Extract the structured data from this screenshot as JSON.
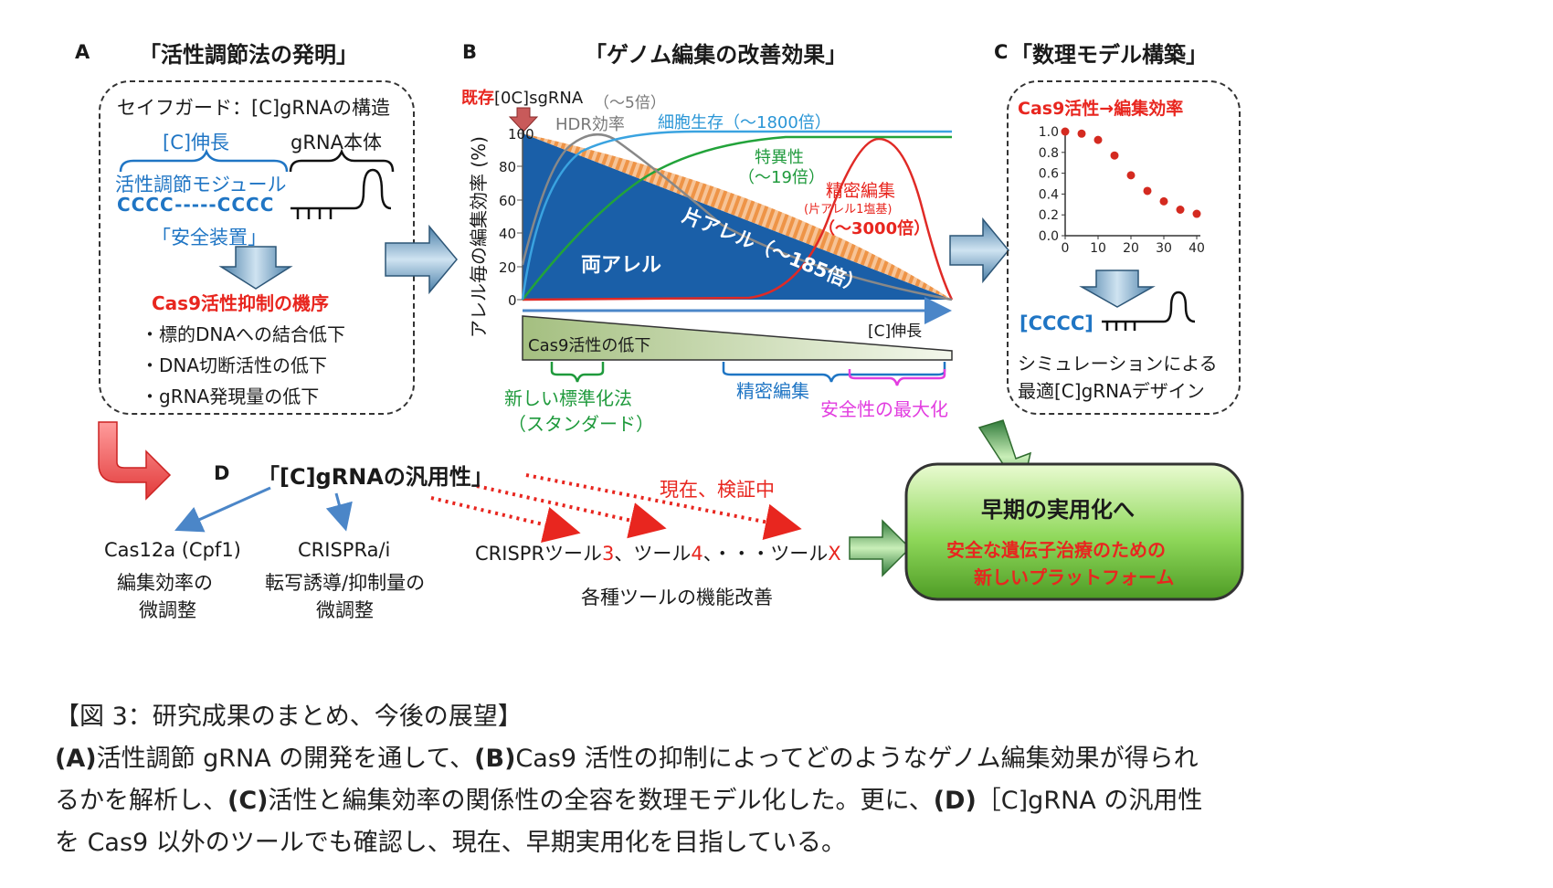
{
  "panelA": {
    "letter": "A",
    "title": "「活性調節法の発明」",
    "safeguard": "セイフガード：[C]gRNAの構造",
    "c_ext": "[C]伸長",
    "grna_body": "gRNA本体",
    "module": "活性調節モジュール",
    "cccc_seq": "CCCC-----CCCC",
    "safety_device": "「安全装置」",
    "mechanism": "Cas9活性抑制の機序",
    "bullets": [
      "・標的DNAへの結合低下",
      "・DNA切断活性の低下",
      "・gRNA発現量の低下"
    ]
  },
  "panelB": {
    "letter": "B",
    "title": "「ゲノム編集の改善効果」",
    "ylabel": "アレル毎の編集効率 (%)",
    "yticks": [
      "0",
      "20",
      "40",
      "60",
      "80",
      "100"
    ],
    "existing_prefix": "既存",
    "existing_rest": "[0C]sgRNA",
    "hdr_fold": "（～5倍）",
    "hdr_label": "HDR効率",
    "survival": "細胞生存（～1800倍）",
    "specificity": "特異性",
    "specificity_fold": "（～19倍）",
    "precise": "精密編集",
    "precise_sub": "(片アレル1塩基)",
    "precise_fold": "（～3000倍）",
    "mono_allele": "片アレル（～185倍）",
    "bi_allele": "両アレル",
    "c_ext_axis": "[C]伸長",
    "cas9_decline": "Cas9活性の低下",
    "new_std": "新しい標準化法",
    "new_std_sub": "（スタンダード）",
    "precise_range": "精密編集",
    "safety_max": "安全性の最大化"
  },
  "panelC": {
    "letter": "C",
    "title": "「数理モデル構築」",
    "heading": "Cas9活性→編集効率",
    "cccc": "[CCCC]",
    "sim_line1": "シミュレーションによる",
    "sim_line2": "最適[C]gRNAデザイン"
  },
  "panelD": {
    "letter": "D",
    "title": "「[C]gRNAの汎用性」",
    "cas12a": "Cas12a (Cpf1)",
    "cas12a_line1": "編集効率の",
    "cas12a_line2": "微調整",
    "crispra": "CRISPRa/i",
    "crispra_line1": "転写誘導/抑制量の",
    "crispra_line2": "微調整",
    "verifying": "現在、検証中",
    "tools_a": "CRISPRツール",
    "tools_b": "3",
    "tools_c": "、ツール",
    "tools_d": "4",
    "tools_e": "、・・・ツール",
    "tools_f": "X",
    "tools_improve": "各種ツールの機能改善"
  },
  "goal": {
    "title": "早期の実用化へ",
    "line1": "安全な遺伝子治療のための",
    "line2": "新しいプラットフォーム"
  },
  "caption": {
    "title": "【図 3：研究成果のまとめ、今後の展望】",
    "A": "(A)",
    "t1": "活性調節 gRNA の開発を通して、",
    "B": "(B)",
    "t2": "Cas9 活性の抑制によってどのようなゲノム編集効果が得られ",
    "t3": "るかを解析し、",
    "C": "(C)",
    "t4": "活性と編集効率の関係性の全容を数理モデル化した。更に、",
    "D": "(D)",
    "t5": "［C]gRNA の汎用性",
    "t6": "を Cas9 以外のツールでも確認し、現在、早期実用化を目指している。"
  },
  "chart_data": {
    "type": "scatter",
    "x": [
      0,
      5,
      10,
      15,
      20,
      25,
      30,
      35,
      40
    ],
    "y": [
      1.0,
      0.98,
      0.92,
      0.77,
      0.58,
      0.43,
      0.33,
      0.25,
      0.21
    ],
    "xticks": [
      "0",
      "10",
      "20",
      "30",
      "40"
    ],
    "yticks": [
      "0.0",
      "0.2",
      "0.4",
      "0.6",
      "0.8",
      "1.0"
    ],
    "xlim": [
      0,
      40
    ],
    "ylim": [
      0,
      1.0
    ],
    "point_color": "#d42a20"
  },
  "colors": {
    "blue_fill": "#1a5fa8",
    "orange_hatch": "#f2a15a",
    "survival_line": "#3aa3e0",
    "hdr_line": "#888888",
    "specificity_line": "#22a33a",
    "precise_line": "#e02a26"
  }
}
